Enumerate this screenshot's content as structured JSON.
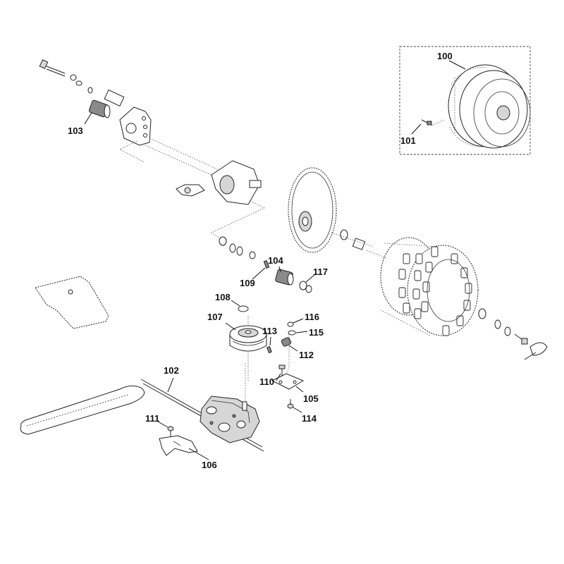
{
  "parts": {
    "p100": "100",
    "p101": "101",
    "p102": "102",
    "p103": "103",
    "p104": "104",
    "p105": "105",
    "p106": "106",
    "p107": "107",
    "p108": "108",
    "p109": "109",
    "p110": "110",
    "p111": "111",
    "p112": "112",
    "p113": "113",
    "p114": "114",
    "p115": "115",
    "p116": "116",
    "p117": "117"
  },
  "colors": {
    "ink": "#222222",
    "background": "#ffffff"
  }
}
